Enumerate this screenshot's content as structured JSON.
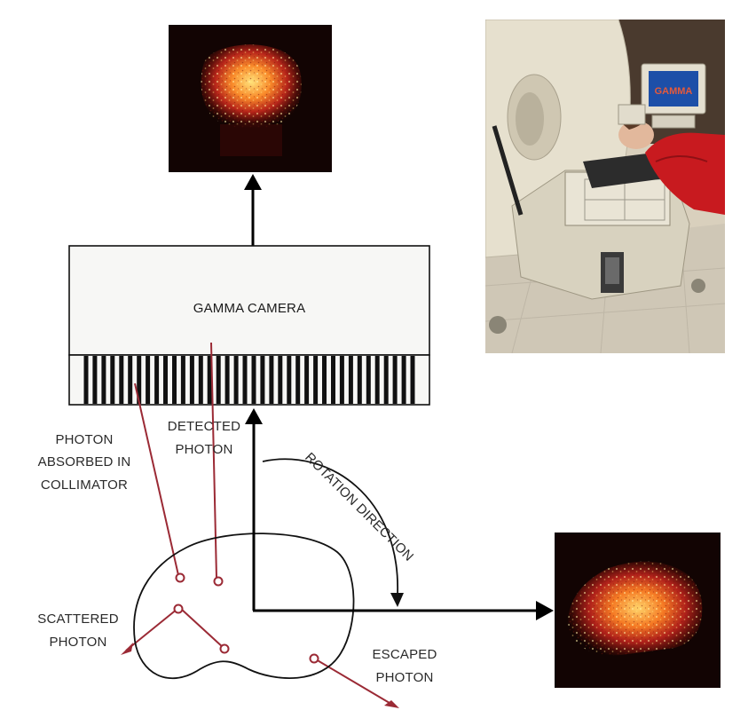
{
  "camera": {
    "label": "GAMMA CAMERA"
  },
  "labels": {
    "absorbed": [
      "PHOTON",
      "ABSORBED IN",
      "COLLIMATOR"
    ],
    "detected": [
      "DETECTED",
      "PHOTON"
    ],
    "rotation": "ROTATION DIRECTION",
    "scattered": [
      "SCATTERED",
      "PHOTON"
    ],
    "escaped": [
      "ESCAPED",
      "PHOTON"
    ]
  },
  "photo": {
    "monitor_text": "GAMMA"
  },
  "colors": {
    "photon_path": "#9b2a35",
    "outline": "#111111",
    "scan_hot": "#ffcf5a",
    "scan_mid": "#d4401c",
    "scan_bg": "#120403",
    "blanket": "#c81a1f",
    "scanner_body": "#e6e0ce"
  }
}
